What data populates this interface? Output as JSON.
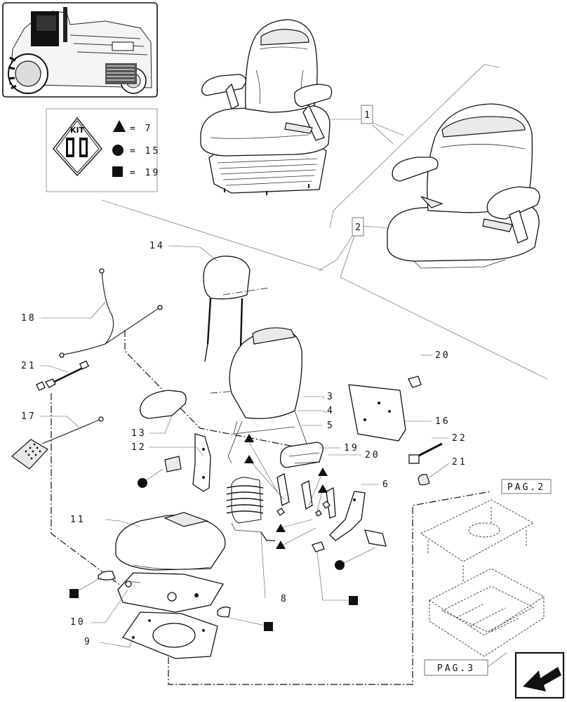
{
  "kit_legend": {
    "badge_text": "KIT",
    "entries": [
      {
        "symbol": "triangle",
        "value": "= 7"
      },
      {
        "symbol": "circle",
        "value": "= 15"
      },
      {
        "symbol": "square",
        "value": "= 19"
      }
    ]
  },
  "callouts": {
    "c1": "1",
    "c2": "2",
    "c3": "3",
    "c4": "4",
    "c5": "5",
    "c6": "6",
    "c8": "8",
    "c9": "9",
    "c10": "10",
    "c11": "11",
    "c12": "12",
    "c13": "13",
    "c14": "14",
    "c16": "16",
    "c17": "17",
    "c18": "18",
    "c19": "19",
    "c20a": "20",
    "c20b": "20",
    "c21a": "21",
    "c21b": "21",
    "c22": "22"
  },
  "page_refs": {
    "pag2": "PAG.2",
    "pag3": "PAG.3"
  },
  "colors": {
    "ink": "#111111",
    "fill_grey": "#e9e9e9",
    "background": "#ffffff"
  },
  "icons": {
    "nav": "next-page-arrow-icon",
    "thumbnail": "tractor-thumbnail"
  }
}
